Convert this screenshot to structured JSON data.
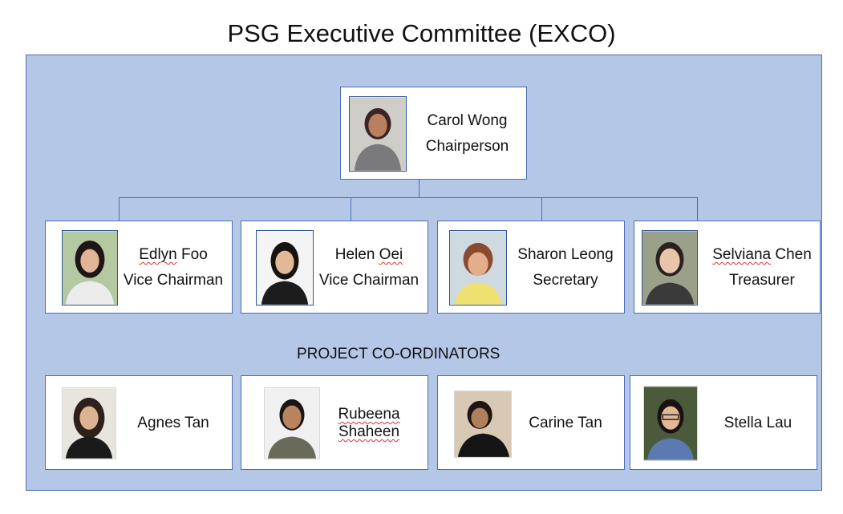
{
  "title": "PSG Executive Committee (EXCO)",
  "chair": {
    "name": "Carol Wong",
    "role": "Chairperson"
  },
  "exco": [
    {
      "name_a": "Edlyn",
      "name_b": " Foo",
      "role": "Vice Chairman"
    },
    {
      "name_a": "Helen ",
      "name_b": "Oei",
      "role": "Vice Chairman"
    },
    {
      "name_a": "Sharon Leong",
      "name_b": "",
      "role": "Secretary"
    },
    {
      "name_a": "Selviana",
      "name_b": " Chen",
      "role": "Treasurer"
    }
  ],
  "coordinators_heading": "PROJECT CO-ORDINATORS",
  "coordinators": [
    {
      "line1": "Agnes Tan",
      "line2": ""
    },
    {
      "line1": "Rubeena",
      "line2": "Shaheen"
    },
    {
      "line1": "Carine Tan",
      "line2": ""
    },
    {
      "line1": "Stella Lau",
      "line2": ""
    }
  ],
  "colors": {
    "panel": "#b4c7e7",
    "border": "#4a6eb5",
    "spellcheck": "#e03030"
  }
}
